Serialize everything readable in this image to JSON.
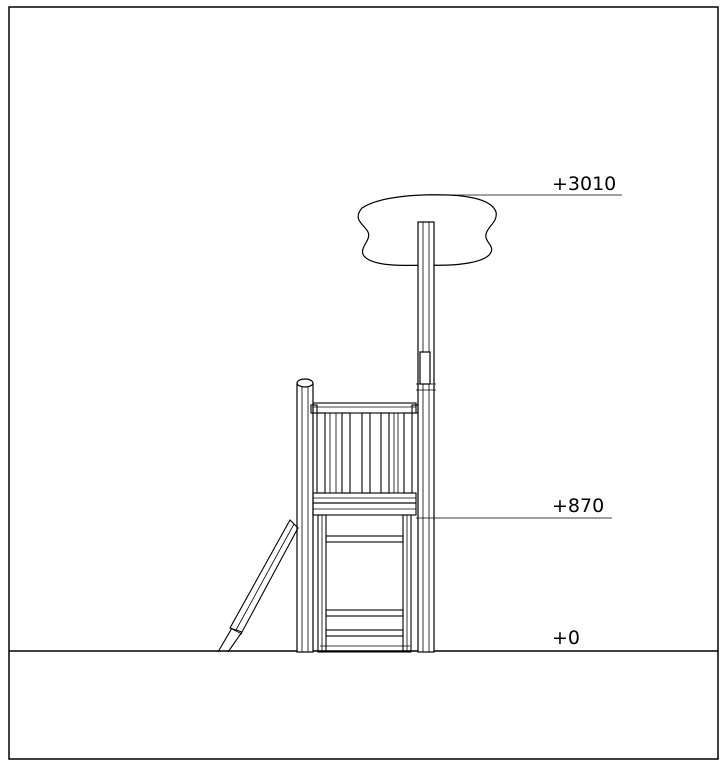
{
  "levels": {
    "top": "+3010",
    "platform": "+870",
    "ground": "+0"
  }
}
